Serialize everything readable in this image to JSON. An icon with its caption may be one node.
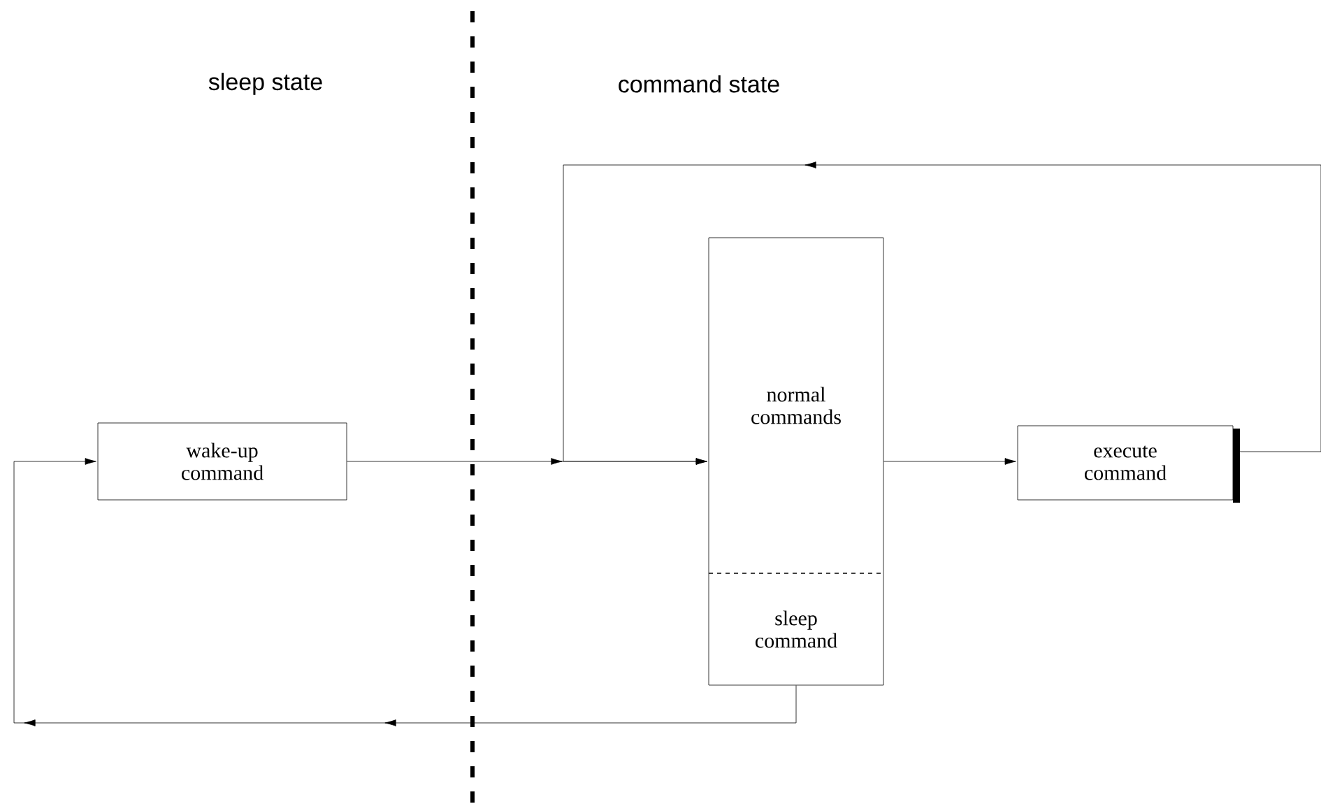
{
  "diagram": {
    "nodes": [
      {
        "text": [
          "wake-up command"
        ]
      },
      {
        "text": [
          "normal commands"
        ]
      },
      {
        "text": [
          "sleep command"
        ]
      },
      {
        "text": [
          "execute command"
        ]
      }
    ],
    "edges": [
      {
        "from": 0,
        "to": 1,
        "arrow": "to"
      },
      {
        "from": 1,
        "to": 3,
        "arrow": "to"
      },
      {
        "from": 3,
        "to": 1,
        "arrow": "to"
      },
      {
        "from": 2,
        "to": 0,
        "arrow": "to"
      }
    ],
    "labels": [
      "sleep state",
      "command state"
    ]
  }
}
